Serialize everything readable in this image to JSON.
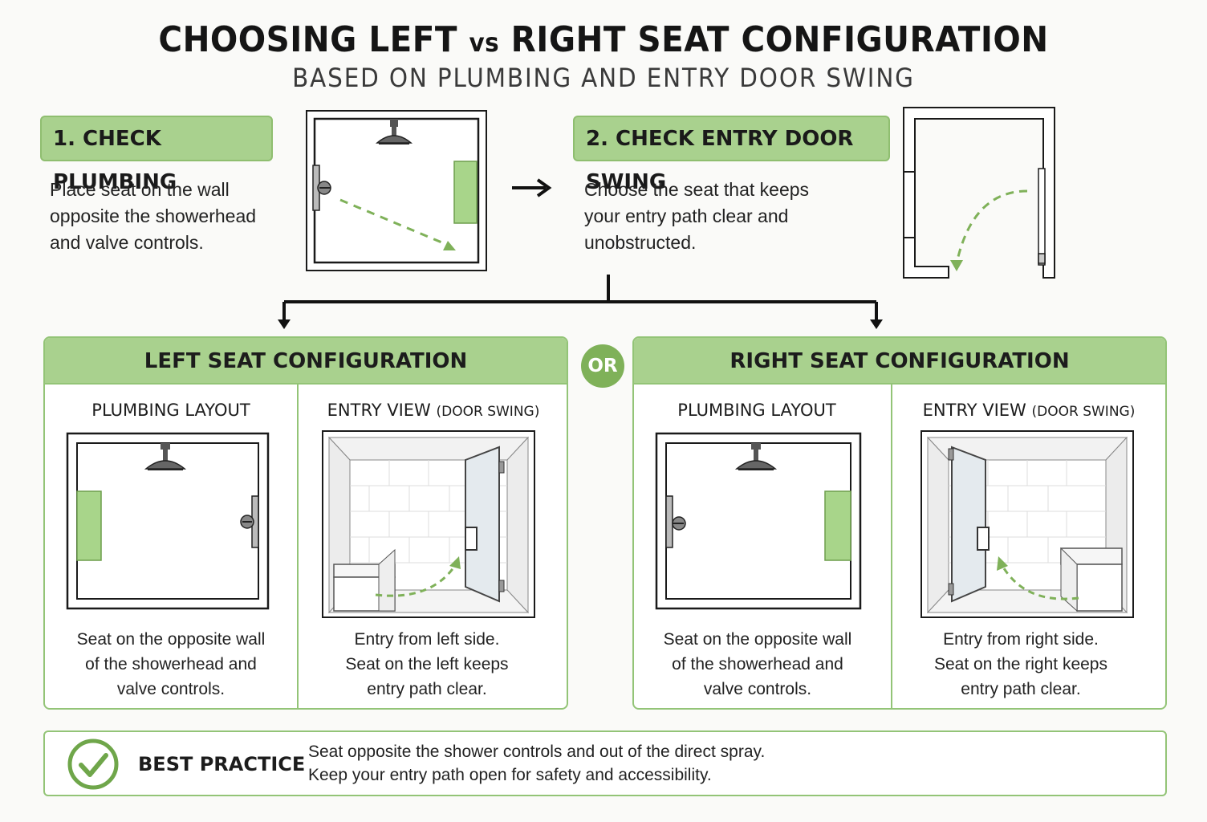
{
  "title": {
    "part1": "CHOOSING LEFT",
    "vs": "vs",
    "part2": "RIGHT SEAT CONFIGURATION",
    "subtitle": "BASED ON PLUMBING AND ENTRY DOOR SWING"
  },
  "steps": [
    {
      "label": "1. CHECK PLUMBING",
      "lines": [
        "Place seat on the wall",
        "opposite the showerhead",
        "and valve controls."
      ]
    },
    {
      "label": "2. CHECK ENTRY DOOR SWING",
      "lines": [
        "Choose the seat that keeps",
        "your entry path clear and",
        "unobstructed."
      ]
    }
  ],
  "or_label": "OR",
  "configs": [
    {
      "title": "LEFT SEAT CONFIGURATION",
      "plumbing_heading": "PLUMBING LAYOUT",
      "entry_heading": "ENTRY VIEW",
      "entry_heading_note": "(DOOR SWING)",
      "plumbing_caption": [
        "Seat on the opposite wall",
        "of the showerhead and",
        "valve controls."
      ],
      "entry_caption": [
        "Entry from left side.",
        "Seat on the left keeps",
        "entry path clear."
      ]
    },
    {
      "title": "RIGHT SEAT CONFIGURATION",
      "plumbing_heading": "PLUMBING LAYOUT",
      "entry_heading": "ENTRY VIEW",
      "entry_heading_note": "(DOOR SWING)",
      "plumbing_caption": [
        "Seat on the opposite wall",
        "of the showerhead and",
        "valve controls."
      ],
      "entry_caption": [
        "Entry from right side.",
        "Seat on the right keeps",
        "entry path clear."
      ]
    }
  ],
  "best_practice": {
    "label": "BEST PRACTICE",
    "lines": [
      "Seat opposite the shower controls and out of the direct spray.",
      "Keep your entry path open for safety and accessibility."
    ]
  },
  "colors": {
    "accent_green": "#a9d18e",
    "seat_green": "#a8d58a",
    "dash_green": "#7fb159",
    "line_dark": "#1a1a1a"
  },
  "icons": [
    "showerhead-icon",
    "valve-icon",
    "arrow-right-icon",
    "checkmark-icon"
  ]
}
